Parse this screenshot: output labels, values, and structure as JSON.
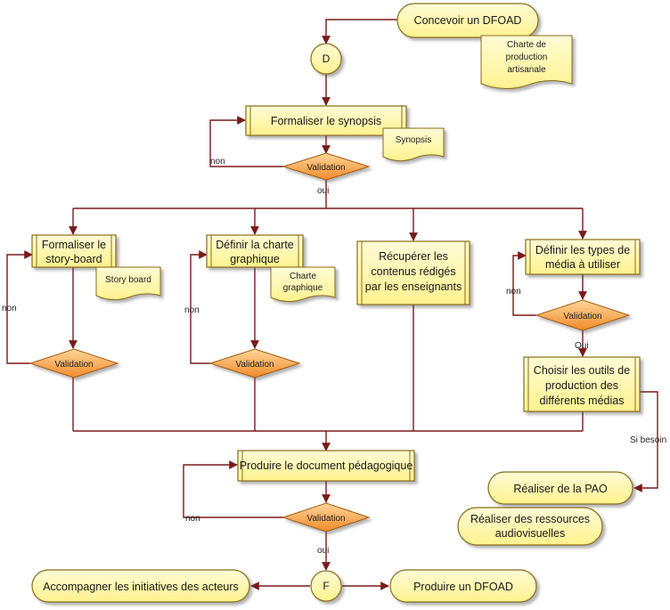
{
  "start": {
    "label": "Concevoir un DFOAD",
    "doc": [
      "Charte de",
      "production",
      "artisanale"
    ]
  },
  "connector_start": "D",
  "synopsis": {
    "label": "Formaliser le synopsis",
    "doc": "Synopsis",
    "validation": "Validation",
    "no": "non",
    "yes": "oui"
  },
  "branches": {
    "storyboard": {
      "label": [
        "Formaliser le",
        "story-board"
      ],
      "doc": "Story board",
      "validation": "Validation",
      "no": "non"
    },
    "charte": {
      "label": [
        "Définir la charte",
        "graphique"
      ],
      "doc": [
        "Charte",
        "graphique"
      ],
      "validation": "Validation",
      "no": "non"
    },
    "contenus": {
      "label": [
        "Récupérer les",
        "contenus rédigés",
        "par les enseignants"
      ]
    },
    "medias": {
      "label": [
        "Définir les types de",
        "média à utiliser"
      ],
      "validation": "Validation",
      "no": "non",
      "yes": "Oui",
      "tools": [
        "Choisir les outils de",
        "production des",
        "différents médias"
      ],
      "if_needed": "Si besoin"
    }
  },
  "outputs": {
    "pao": "Réaliser de la PAO",
    "av": [
      "Réaliser des ressources",
      "audiovisuelles"
    ]
  },
  "produce": {
    "label": "Produire le document pédagogique",
    "validation": "Validation",
    "no": "non",
    "yes": "oui"
  },
  "connector_end": "F",
  "end_left": "Accompagner les initiatives des acteurs",
  "end_right": "Produire un DFOAD",
  "colors": {
    "box": "#fff7b8",
    "box_border": "#8a6d1a",
    "diamond": "#f7a54a",
    "wire": "#7a1a1a"
  }
}
